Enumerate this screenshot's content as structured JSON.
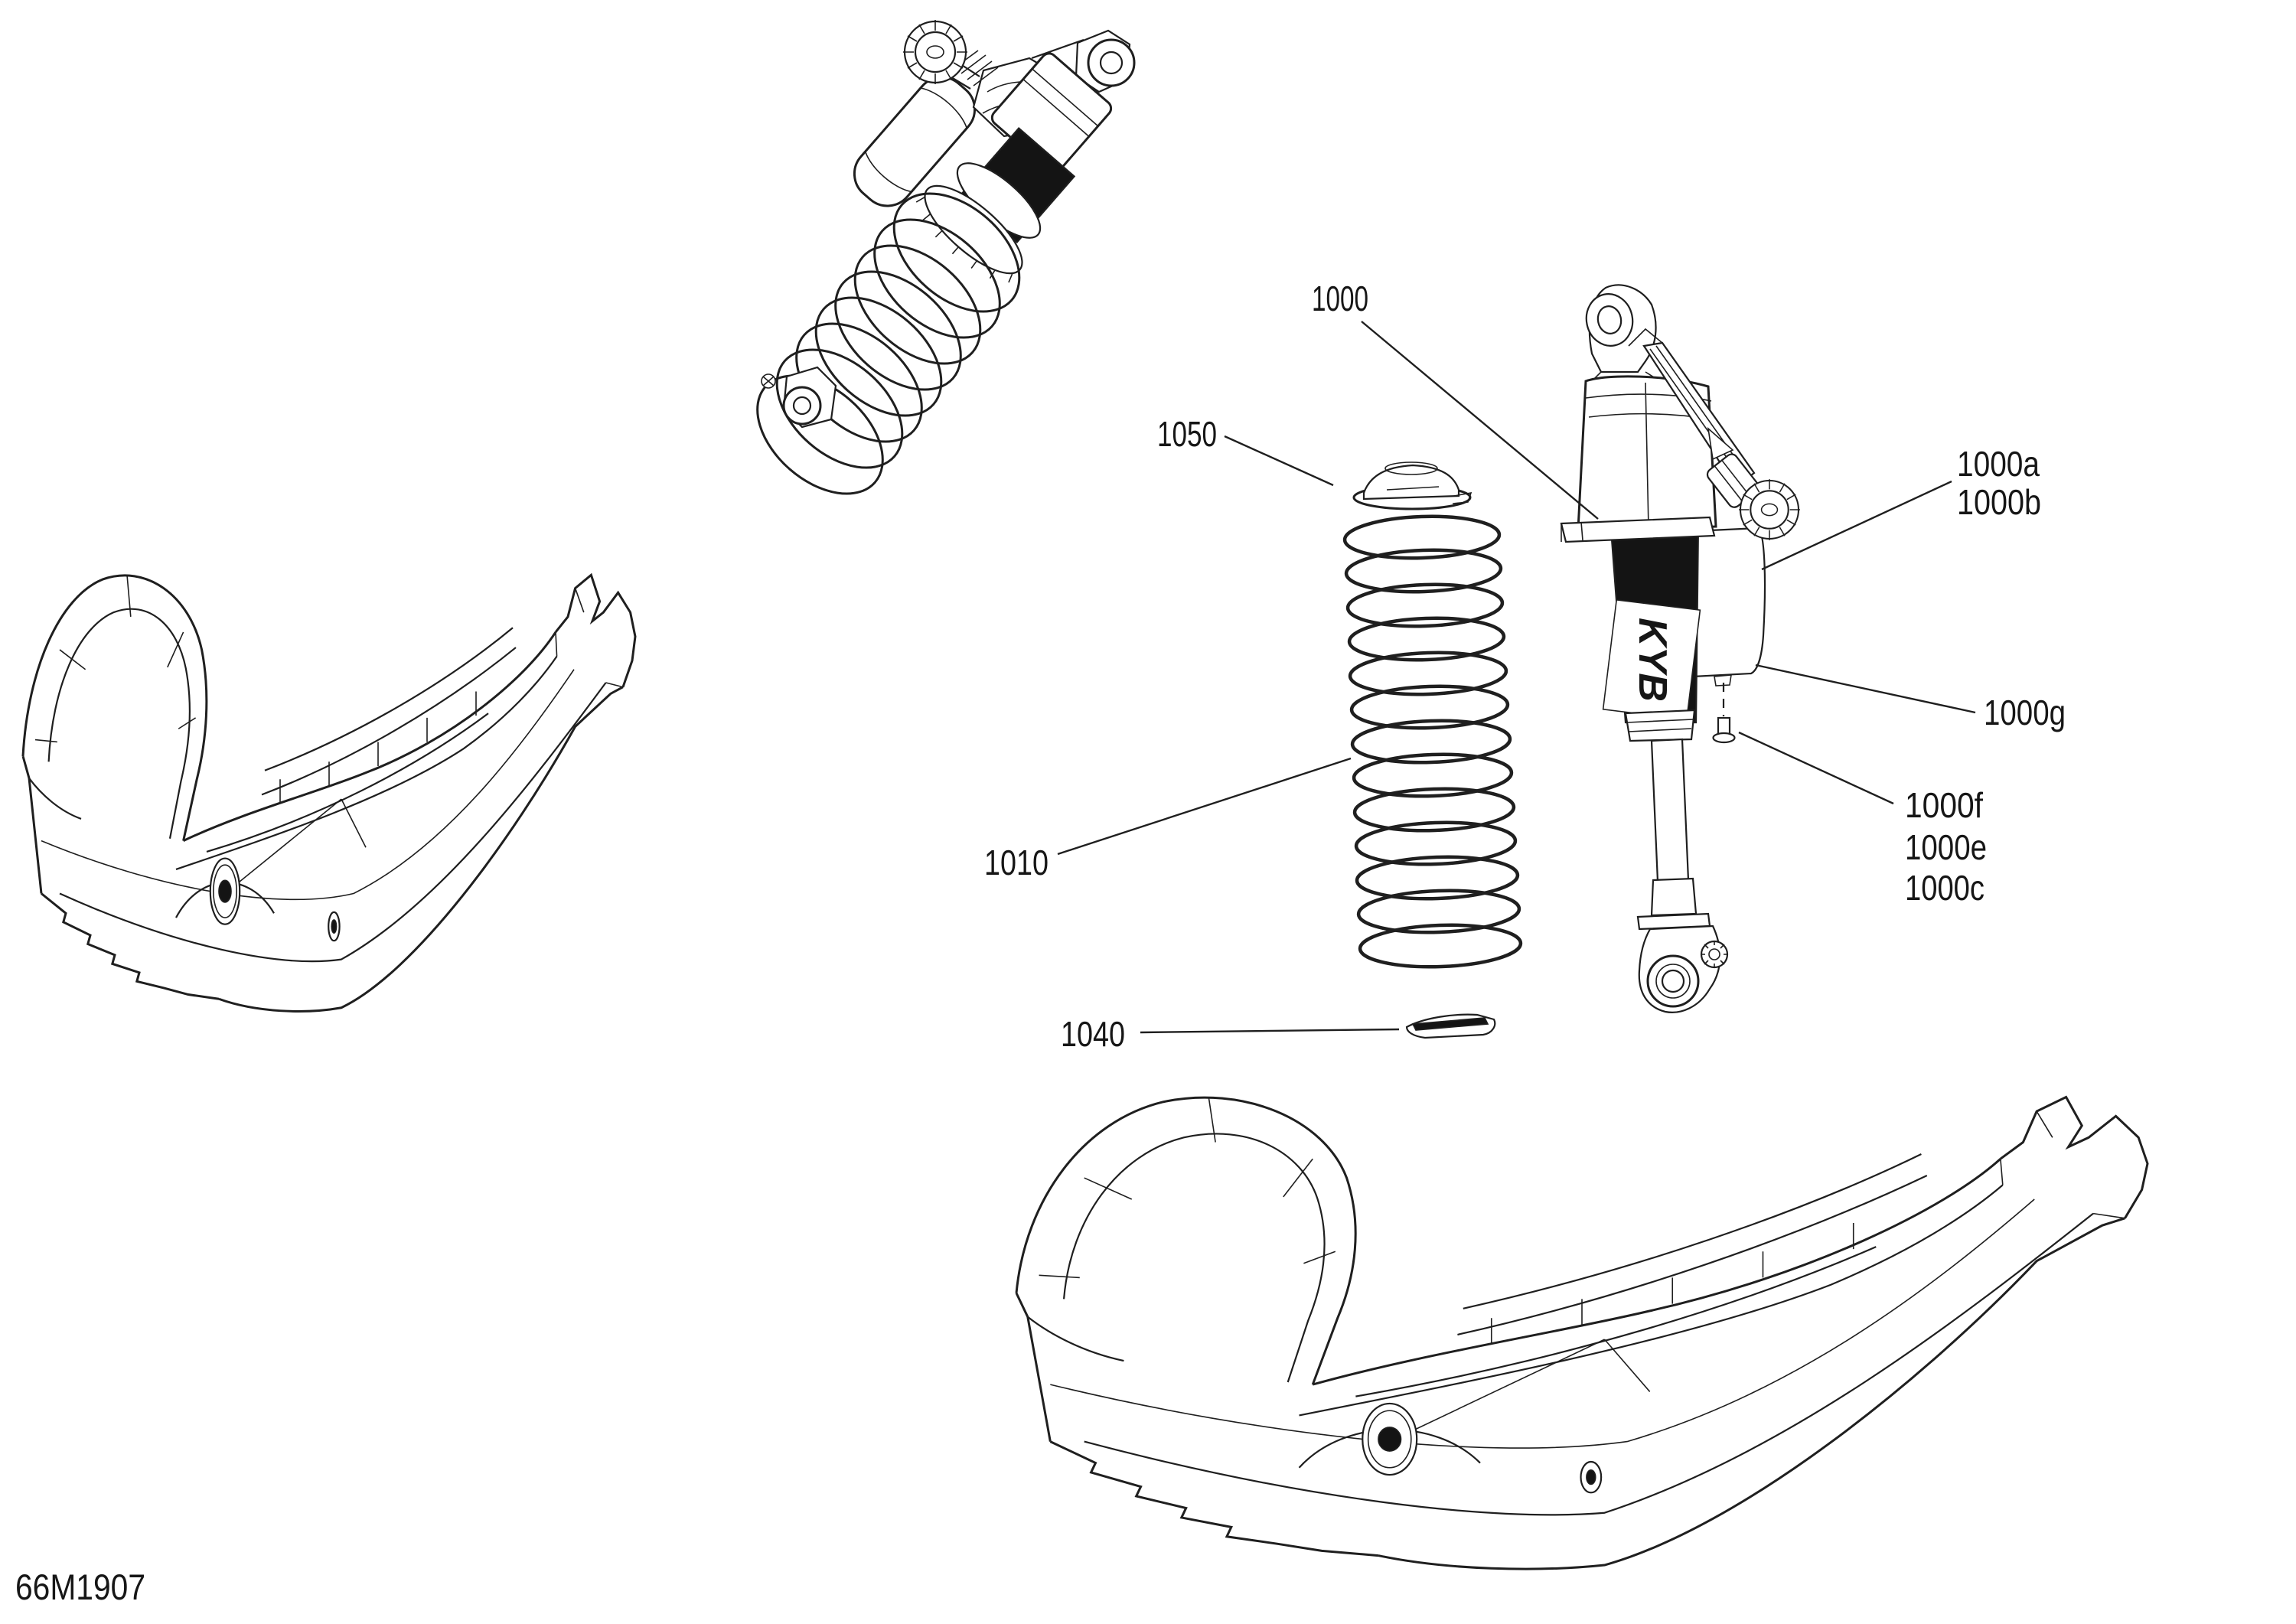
{
  "diagram": {
    "drawing_code": "66M1907",
    "brand_text": "KYB",
    "callouts": [
      {
        "id": "1000",
        "text": "1000"
      },
      {
        "id": "1050",
        "text": "1050"
      },
      {
        "id": "1010",
        "text": "1010"
      },
      {
        "id": "1040",
        "text": "1040"
      },
      {
        "id": "1000a",
        "text": "1000a"
      },
      {
        "id": "1000b",
        "text": "1000b"
      },
      {
        "id": "1000g",
        "text": "1000g"
      },
      {
        "id": "1000f",
        "text": "1000f"
      },
      {
        "id": "1000e",
        "text": "1000e"
      },
      {
        "id": "1000c",
        "text": "1000c"
      }
    ]
  }
}
